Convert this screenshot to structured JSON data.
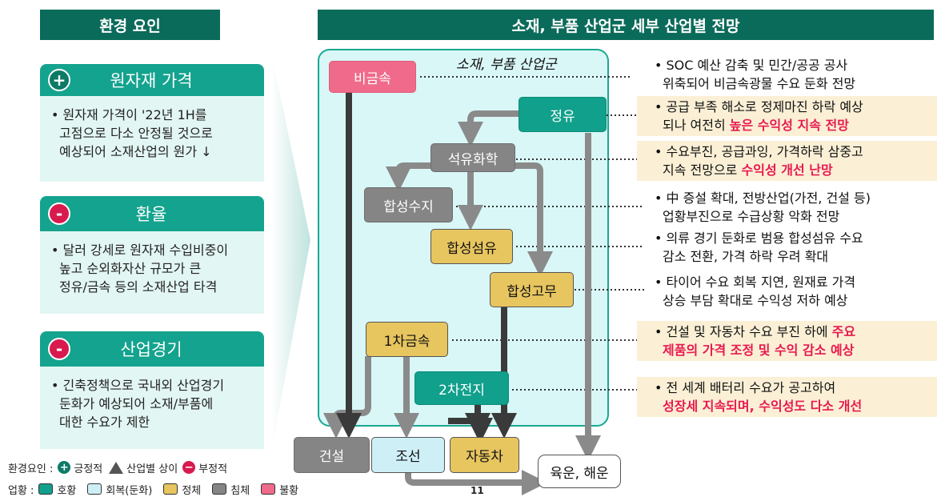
{
  "left_header": "환경 요인",
  "right_header": "소재, 부품 산업군 세부 산업별 전망",
  "factors": [
    {
      "sign": "+",
      "title": "원자재 가격",
      "lines": [
        "• 원자재 가격이 '22년 1H를",
        "고점으로 다소 안정될 것으로",
        "예상되어 소재산업의 원가 ↓"
      ]
    },
    {
      "sign": "-",
      "title": "환율",
      "lines": [
        "• 달러 강세로 원자재 수입비중이",
        "높고 순외화자산 규모가 큰",
        "정유/금속 등의 소재산업 타격"
      ]
    },
    {
      "sign": "-",
      "title": "산업경기",
      "lines": [
        "• 긴축정책으로 국내외 산업경기",
        "둔화가 예상되어 소재/부품에",
        "대한 수요가 제한"
      ]
    }
  ],
  "group_label": "소재, 부품 산업군",
  "nodes": {
    "nonmetal": "비금속",
    "refining": "정유",
    "petrochem": "석유화학",
    "resin": "합성수지",
    "fiber": "합성섬유",
    "rubber": "합성고무",
    "metal1": "1차금속",
    "battery": "2차전지",
    "construction": "건설",
    "shipbuilding": "조선",
    "auto": "자동차",
    "transport": "육운, 해운"
  },
  "outlooks": [
    {
      "l1": "• SOC 예산 감축 및 민간/공공 공사",
      "l2": "위축되어 비금속광물 수요 둔화 전망",
      "l1_red": "",
      "l2_red": ""
    },
    {
      "l1": "• 공급 부족 해소로 정제마진 하락 예상",
      "l2": "되나 여전히 ",
      "l1_red": "",
      "l2_red": "높은 수익성 지속 전망"
    },
    {
      "l1": "• 수요부진, 공급과잉, 가격하락 삼중고",
      "l2": "지속 전망으로 ",
      "l1_red": "",
      "l2_red": "수익성 개선 난망"
    },
    {
      "l1": "• 中 증설 확대, 전방산업(가전, 건설 등)",
      "l2": "업황부진으로 수급상황 악화 전망",
      "l1_red": "",
      "l2_red": ""
    },
    {
      "l1": "• 의류 경기 둔화로 범용 합성섬유 수요",
      "l2": "감소 전환, 가격 하락 우려 확대",
      "l1_red": "",
      "l2_red": ""
    },
    {
      "l1": "• 타이어 수요 회복 지연, 원재료 가격",
      "l2": "상승 부담 확대로 수익성 저하 예상",
      "l1_red": "",
      "l2_red": ""
    },
    {
      "l1": "• 건설 및 자동차 수요 부진 하에 ",
      "l2": "",
      "l1_red": "주요",
      "l2_red": "제품의 가격 조정 및 수익 감소 예상"
    },
    {
      "l1": "• 전 세계 배터리 수요가 공고하여",
      "l2": "",
      "l1_red": "",
      "l2_red": "성장세 지속되며, 수익성도 다소 개선"
    }
  ],
  "legend": {
    "env_label": "환경요인 :",
    "pos": "긍정적",
    "mixed": "산업별 상이",
    "neg": "부정적",
    "biz_label": "업황 :",
    "good": "호황",
    "recover": "회복(둔화)",
    "stagnant": "정체",
    "slump": "침체",
    "bad": "불황"
  },
  "page_number": "11",
  "colors": {
    "header": "#0b6b5a",
    "factor_head": "#14a38e",
    "group_fill": "#d9f7f7",
    "pink": "#f06b8b",
    "teal": "#11a08c",
    "gray": "#858585",
    "yellow": "#e7c55f",
    "highlight": "#fbf0d6",
    "red": "#e8194f"
  },
  "icons": {
    "plus": "plus-circle-icon",
    "minus": "minus-circle-icon",
    "mixed": "triangle-icon"
  }
}
